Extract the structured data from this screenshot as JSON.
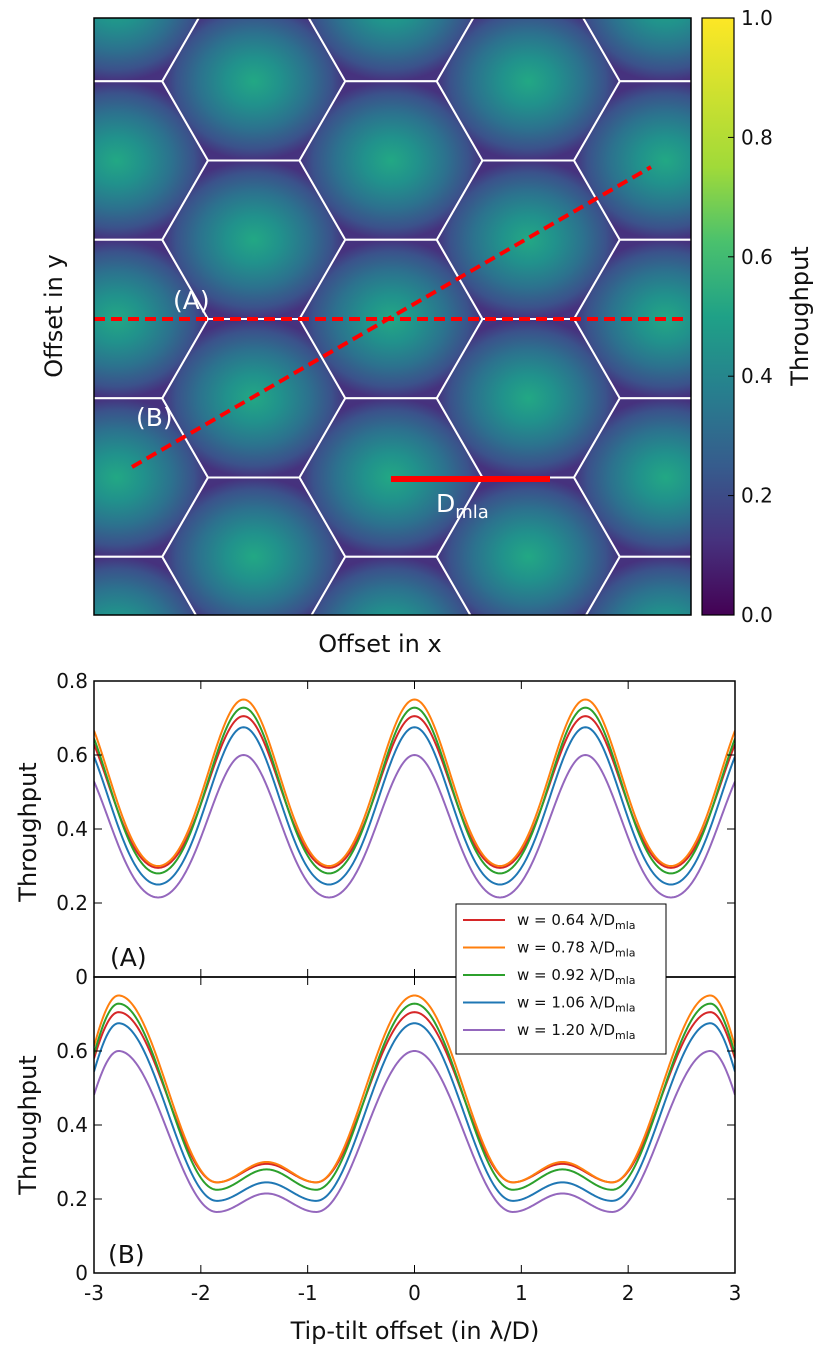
{
  "chart_data": [
    {
      "type": "heatmap",
      "xlabel": "Offset in x",
      "ylabel": "Offset in y",
      "colorbar": {
        "label": "Throughput",
        "range": [
          0.0,
          1.0
        ],
        "ticks": [
          0.0,
          0.2,
          0.4,
          0.6,
          0.8,
          1.0
        ],
        "tick_labels": [
          "0.0",
          "0.2",
          "0.4",
          "0.6",
          "0.8",
          "1.0"
        ],
        "colormap": "viridis"
      },
      "cell_peak_value": 0.6,
      "grid": "hexagonal microlens array",
      "cut_labels": [
        "(A)",
        "(B)"
      ],
      "scale_bar": {
        "label_main": "D",
        "label_sub": "mla",
        "color": "#ff0000"
      },
      "cut_color": "#ff0000",
      "cell_border_color": "#ffffff"
    },
    {
      "type": "line",
      "panel_label": "(A)",
      "ylabel": "Throughput",
      "xlim": [
        -3,
        3
      ],
      "ylim": [
        0,
        0.8
      ],
      "yticks": [
        0,
        0.2,
        0.4,
        0.6,
        0.8
      ],
      "ytick_labels": [
        "0",
        "0.2",
        "0.4",
        "0.6",
        "0.8"
      ],
      "period": 1.6,
      "series": [
        {
          "name_main": "w = 0.64 λ/D",
          "name_sub": "mla",
          "color": "#d62728",
          "max": 0.705,
          "min": 0.295
        },
        {
          "name_main": "w = 0.78 λ/D",
          "name_sub": "mla",
          "color": "#ff7f0e",
          "max": 0.75,
          "min": 0.3
        },
        {
          "name_main": "w = 0.92 λ/D",
          "name_sub": "mla",
          "color": "#2ca02c",
          "max": 0.728,
          "min": 0.28
        },
        {
          "name_main": "w = 1.06 λ/D",
          "name_sub": "mla",
          "color": "#1f77b4",
          "max": 0.675,
          "min": 0.25
        },
        {
          "name_main": "w = 1.20 λ/D",
          "name_sub": "mla",
          "color": "#9467bd",
          "max": 0.6,
          "min": 0.215
        }
      ]
    },
    {
      "type": "line",
      "panel_label": "(B)",
      "ylabel": "Throughput",
      "xlabel": "Tip-tilt offset (in λ/D)",
      "xlim": [
        -3,
        3
      ],
      "ylim": [
        0,
        0.8
      ],
      "xticks": [
        -3,
        -2,
        -1,
        0,
        1,
        2,
        3
      ],
      "xtick_labels": [
        "-3",
        "-2",
        "-1",
        "0",
        "1",
        "2",
        "3"
      ],
      "yticks": [
        0,
        0.2,
        0.4,
        0.6,
        0.8
      ],
      "ytick_labels": [
        "0",
        "0.2",
        "0.4",
        "0.6",
        "",
        ""
      ],
      "peak_positions": [
        -2.77,
        0,
        2.77
      ],
      "dip_positions": [
        -1.85,
        -0.92,
        0.92,
        1.85
      ],
      "shoulder_positions": [
        -1.385,
        1.385
      ],
      "series": [
        {
          "name_main": "w = 0.64 λ/D",
          "color": "#d62728",
          "max": 0.705,
          "dip": 0.245,
          "shoulder": 0.295
        },
        {
          "name_main": "w = 0.78 λ/D",
          "color": "#ff7f0e",
          "max": 0.75,
          "dip": 0.245,
          "shoulder": 0.3
        },
        {
          "name_main": "w = 0.92 λ/D",
          "color": "#2ca02c",
          "max": 0.728,
          "dip": 0.225,
          "shoulder": 0.28
        },
        {
          "name_main": "w = 1.06 λ/D",
          "color": "#1f77b4",
          "max": 0.675,
          "dip": 0.195,
          "shoulder": 0.245
        },
        {
          "name_main": "w = 1.20 λ/D",
          "color": "#9467bd",
          "max": 0.6,
          "dip": 0.165,
          "shoulder": 0.215
        }
      ]
    }
  ]
}
